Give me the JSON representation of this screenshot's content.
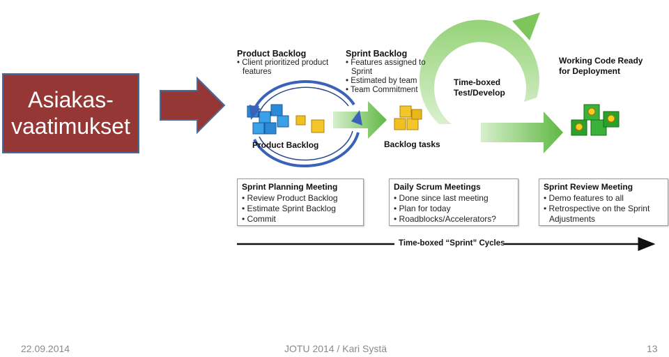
{
  "title_box": {
    "text": "Asiakas-\nvaatimukset"
  },
  "product_backlog": {
    "heading": "Product Backlog",
    "bullets": [
      "Client prioritized product features"
    ],
    "label": "Product Backlog"
  },
  "sprint_backlog": {
    "heading": "Sprint Backlog",
    "bullets": [
      "Features assigned to Sprint",
      "Estimated by team",
      "Team Commitment"
    ],
    "label": "Backlog tasks"
  },
  "timeboxed": {
    "text": "Time-boxed\nTest/Develop"
  },
  "working_code": {
    "text": "Working Code Ready\nfor Deployment"
  },
  "meetings": [
    {
      "heading": "Sprint Planning Meeting",
      "bullets": [
        "Review Product Backlog",
        "Estimate Sprint Backlog",
        "Commit"
      ]
    },
    {
      "heading": "Daily Scrum Meetings",
      "bullets": [
        "Done since last meeting",
        "Plan for today",
        "Roadblocks/Accelerators?"
      ]
    },
    {
      "heading": "Sprint Review Meeting",
      "bullets": [
        "Demo features to all",
        "Retrospective on the Sprint Adjustments"
      ]
    }
  ],
  "timeline_label": "Time-boxed “Sprint” Cycles",
  "footer": {
    "date": "22.09.2014",
    "center": "JOTU 2014 / Kari Systä",
    "page": "13"
  },
  "colors": {
    "title_box": "#953735",
    "green_arrow": "#6fbf50",
    "blue_circle": "#3a62b8"
  }
}
